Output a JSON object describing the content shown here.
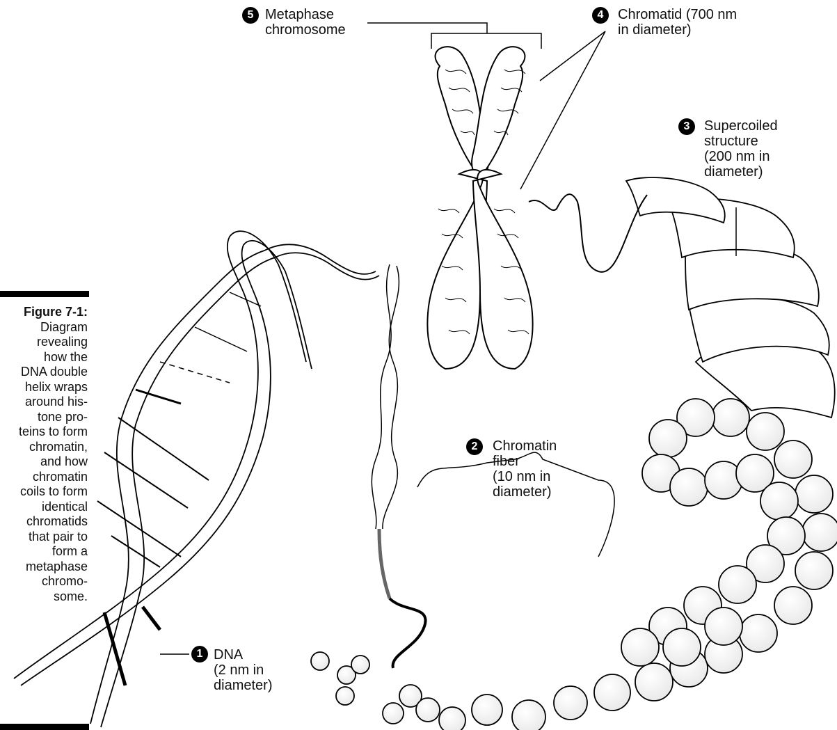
{
  "caption": {
    "title": "Figure 7-1:",
    "lines": [
      "Diagram",
      "revealing",
      "how the",
      "DNA double",
      "helix wraps",
      "around his-",
      "tone pro-",
      "teins to form",
      "chromatin,",
      "and how",
      "chromatin",
      "coils to form",
      "identical",
      "chromatids",
      "that pair to",
      "form a",
      "metaphase",
      "chromo-",
      "some."
    ]
  },
  "labels": {
    "dna": {
      "number": "1",
      "lines": [
        "DNA",
        "(2 nm in",
        "diameter)"
      ]
    },
    "chromatin_fiber": {
      "number": "2",
      "lines": [
        "Chromatin",
        "fiber",
        "(10 nm in",
        "diameter)"
      ]
    },
    "supercoiled": {
      "number": "3",
      "lines": [
        "Supercoiled",
        "structure",
        "(200 nm in",
        "diameter)"
      ]
    },
    "chromatid": {
      "number": "4",
      "lines": [
        "Chromatid (700 nm",
        "in diameter)"
      ]
    },
    "metaphase": {
      "number": "5",
      "lines": [
        "Metaphase",
        "chromosome"
      ]
    }
  }
}
